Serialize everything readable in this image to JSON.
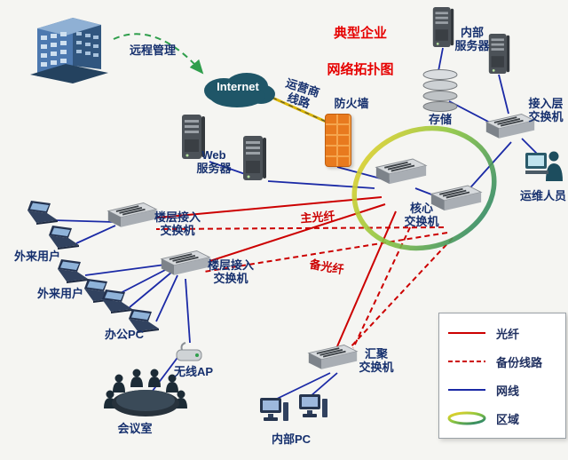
{
  "title": {
    "line1": "典型企业",
    "line2": "网络拓扑图"
  },
  "nodes": {
    "remote_mgmt": "远程管理",
    "internet": "Internet",
    "carrier_line": "运营商\n线路",
    "firewall": "防火墙",
    "web_server": "Web\n服务器",
    "internal_server": "内部\n服务器",
    "storage": "存储",
    "access_switch": "接入层\n交换机",
    "ops_staff": "运维人员",
    "core_switch": "核心\n交换机",
    "floor_switch": "楼层接入\n交换机",
    "external_users": "外来用户",
    "office_pc": "办公PC",
    "wireless_ap": "无线AP",
    "meeting_room": "会议室",
    "agg_switch": "汇聚\n交换机",
    "internal_pc": "内部PC"
  },
  "labels": {
    "main_fiber": "主光纤",
    "backup_fiber": "备光纤"
  },
  "legend": {
    "items": [
      {
        "label": "光纤",
        "style": "red-solid"
      },
      {
        "label": "备份线路",
        "style": "red-dashed"
      },
      {
        "label": "网线",
        "style": "blue-solid"
      },
      {
        "label": "区域",
        "style": "gradient-ring"
      }
    ]
  },
  "colors": {
    "fiber": "#cc0000",
    "backup_line": "#cc0000",
    "ethernet": "#1b2aa6",
    "carrier_line": "#d9b400",
    "remote_mgmt_arrow": "#2f9e4c",
    "title": "#e60000",
    "label": "#16306e",
    "ring_start": "#f5d327",
    "ring_mid": "#8dc63f",
    "ring_end": "#1a7a6e"
  }
}
